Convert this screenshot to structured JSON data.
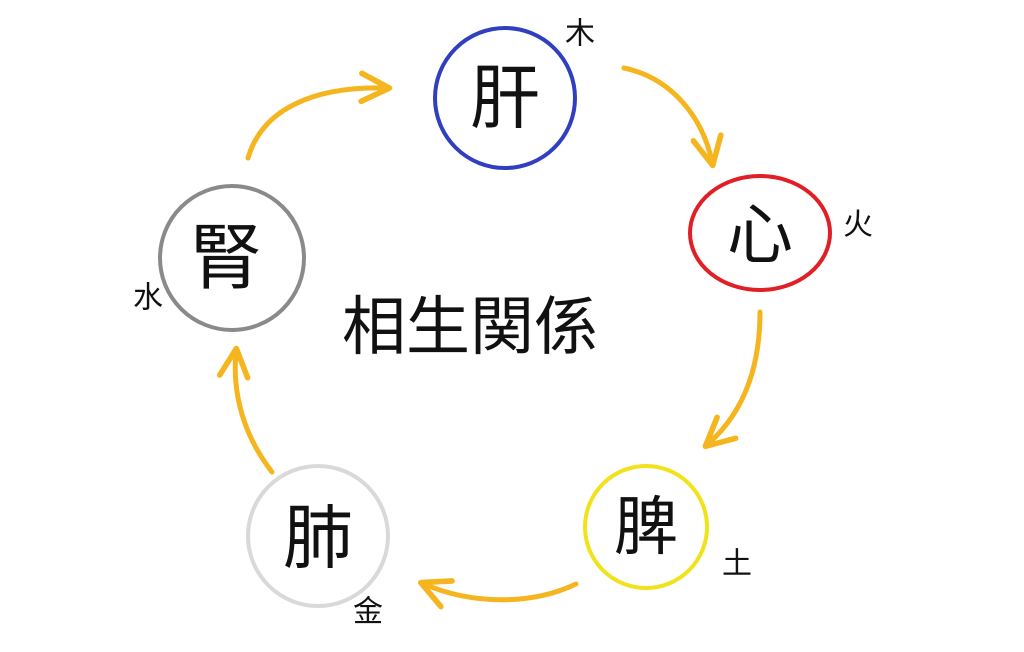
{
  "title": "相生関係",
  "organs": [
    {
      "key": "liver",
      "organ": "肝",
      "element": "木",
      "ring_color": "#2f3fbf"
    },
    {
      "key": "heart",
      "organ": "心",
      "element": "火",
      "ring_color": "#e01f26"
    },
    {
      "key": "spleen",
      "organ": "脾",
      "element": "土",
      "ring_color": "#f2e21b"
    },
    {
      "key": "lung",
      "organ": "肺",
      "element": "金",
      "ring_color": "#d9d9d9"
    },
    {
      "key": "kidney",
      "organ": "腎",
      "element": "水",
      "ring_color": "#8a8a8a"
    }
  ],
  "arrow_color": "#f5b51f",
  "arrows": [
    {
      "from": "kidney",
      "to": "liver"
    },
    {
      "from": "liver",
      "to": "heart"
    },
    {
      "from": "heart",
      "to": "spleen"
    },
    {
      "from": "spleen",
      "to": "lung"
    },
    {
      "from": "lung",
      "to": "kidney"
    }
  ]
}
